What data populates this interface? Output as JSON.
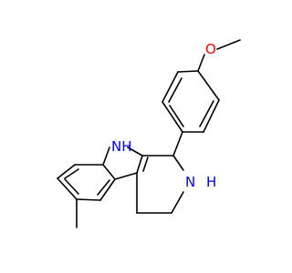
{
  "molecule": {
    "atoms": {
      "oxygen": "O",
      "indole_nh": "NH",
      "amine_h": "H",
      "amine_n": "N"
    },
    "colors": {
      "bond": "#000000",
      "oxygen": "#ff0000",
      "nitrogen": "#0000ff",
      "background": "#ffffff"
    }
  }
}
